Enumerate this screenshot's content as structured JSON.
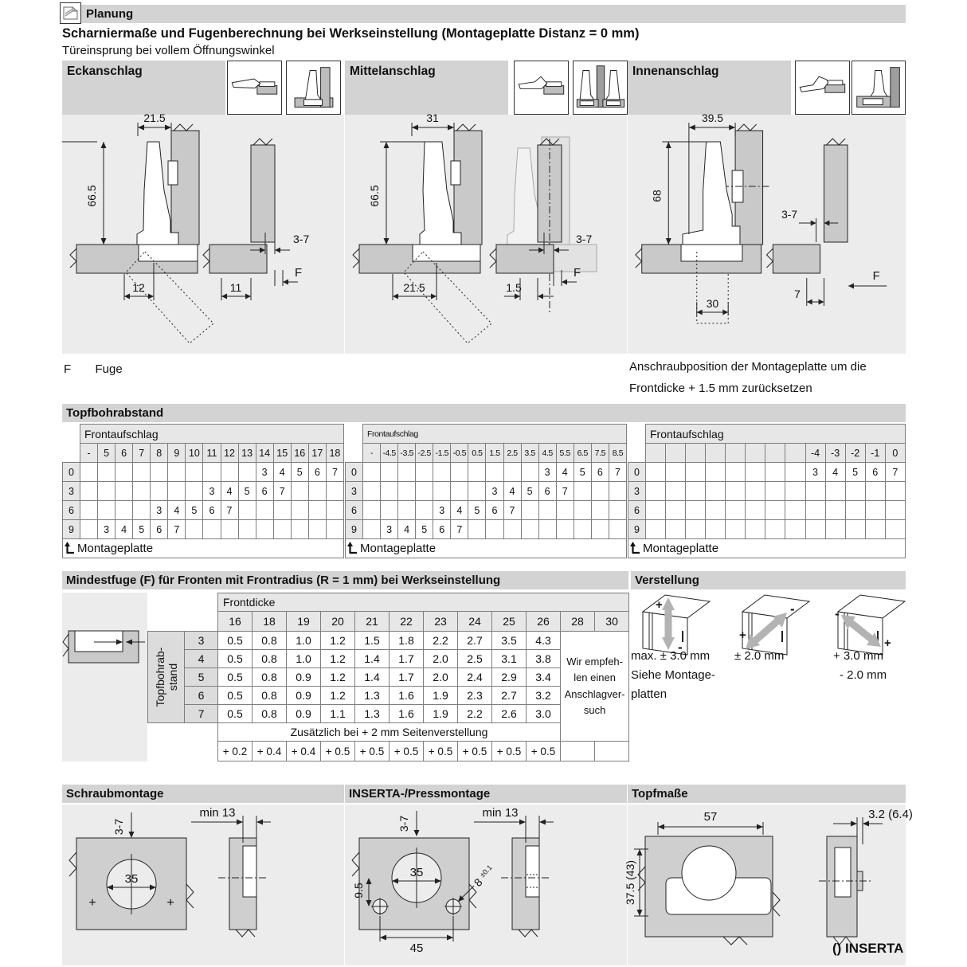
{
  "page": {
    "header_label": "Planung",
    "title": "Scharniermaße und Fugenberechnung bei Werkseinstellung (Montageplatte Distanz = 0 mm)",
    "subtitle": "Türeinsprung bei vollem Öffnungswinkel"
  },
  "anschlag_sections": [
    {
      "title": "Eckanschlag",
      "dims": {
        "top_width": "21.5",
        "height": "66.5",
        "door_gap": "3-7",
        "fuge": "F",
        "bottom_left": "12",
        "bottom_right": "11"
      }
    },
    {
      "title": "Mittelanschlag",
      "dims": {
        "top_width": "31",
        "height": "66.5",
        "door_gap": "3-7",
        "fuge": "F",
        "bottom_left": "21.5",
        "bottom_right": "1.5"
      }
    },
    {
      "title": "Innenanschlag",
      "dims": {
        "top_width": "39.5",
        "height": "68",
        "door_gap": "3-7",
        "fuge": "F",
        "bottom_left": "30",
        "bottom_right": "7"
      }
    }
  ],
  "notes": {
    "fuge_abbr": "F",
    "fuge_label": "Fuge",
    "anschraub_line1": "Anschraubposition der Montageplatte um die",
    "anschraub_line2": "Frontdicke + 1.5 mm zurücksetzen"
  },
  "topfbohrabstand": {
    "title": "Topfbohrabstand",
    "row_header": "Frontaufschlag",
    "footer": "Montageplatte",
    "tables": [
      {
        "columns": [
          "-",
          "5",
          "6",
          "7",
          "8",
          "9",
          "10",
          "11",
          "12",
          "13",
          "14",
          "15",
          "16",
          "17",
          "18"
        ],
        "rows": [
          {
            "label": "0",
            "cells": [
              "",
              "",
              "",
              "",
              "",
              "",
              "",
              "",
              "",
              "",
              "3",
              "4",
              "5",
              "6",
              "7"
            ]
          },
          {
            "label": "3",
            "cells": [
              "",
              "",
              "",
              "",
              "",
              "",
              "",
              "3",
              "4",
              "5",
              "6",
              "7",
              "",
              "",
              ""
            ]
          },
          {
            "label": "6",
            "cells": [
              "",
              "",
              "",
              "",
              "3",
              "4",
              "5",
              "6",
              "7",
              "",
              "",
              "",
              "",
              "",
              ""
            ]
          },
          {
            "label": "9",
            "cells": [
              "",
              "3",
              "4",
              "5",
              "6",
              "7",
              "",
              "",
              "",
              "",
              "",
              "",
              "",
              "",
              ""
            ]
          }
        ]
      },
      {
        "columns": [
          "-",
          "-4.5",
          "-3.5",
          "-2.5",
          "-1.5",
          "-0.5",
          "0.5",
          "1.5",
          "2.5",
          "3.5",
          "4.5",
          "5.5",
          "6.5",
          "7.5",
          "8.5"
        ],
        "rows": [
          {
            "label": "0",
            "cells": [
              "",
              "",
              "",
              "",
              "",
              "",
              "",
              "",
              "",
              "",
              "3",
              "4",
              "5",
              "6",
              "7"
            ]
          },
          {
            "label": "3",
            "cells": [
              "",
              "",
              "",
              "",
              "",
              "",
              "",
              "3",
              "4",
              "5",
              "6",
              "7",
              "",
              "",
              ""
            ]
          },
          {
            "label": "6",
            "cells": [
              "",
              "",
              "",
              "",
              "3",
              "4",
              "5",
              "6",
              "7",
              "",
              "",
              "",
              "",
              "",
              ""
            ]
          },
          {
            "label": "9",
            "cells": [
              "",
              "3",
              "4",
              "5",
              "6",
              "7",
              "",
              "",
              "",
              "",
              "",
              "",
              "",
              "",
              ""
            ]
          }
        ]
      },
      {
        "columns": [
          "",
          "",
          "",
          "",
          "",
          "",
          "",
          "",
          "-4",
          "-3",
          "-2",
          "-1",
          "0"
        ],
        "rows": [
          {
            "label": "0",
            "cells": [
              "",
              "",
              "",
              "",
              "",
              "",
              "",
              "",
              "3",
              "4",
              "5",
              "6",
              "7"
            ]
          },
          {
            "label": "3",
            "cells": [
              "",
              "",
              "",
              "",
              "",
              "",
              "",
              "",
              "",
              "",
              "",
              "",
              ""
            ]
          },
          {
            "label": "6",
            "cells": [
              "",
              "",
              "",
              "",
              "",
              "",
              "",
              "",
              "",
              "",
              "",
              "",
              ""
            ]
          },
          {
            "label": "9",
            "cells": [
              "",
              "",
              "",
              "",
              "",
              "",
              "",
              "",
              "",
              "",
              "",
              "",
              ""
            ]
          }
        ]
      }
    ]
  },
  "mindestfuge": {
    "title": "Mindestfuge (F) für Fronten mit Frontradius (R = 1 mm) bei Werkseinstellung",
    "col_header": "Frontdicke",
    "side_label_line1": "Topfbohrab-",
    "side_label_line2": "stand",
    "columns": [
      "16",
      "18",
      "19",
      "20",
      "21",
      "22",
      "23",
      "24",
      "25",
      "26",
      "28",
      "30"
    ],
    "rows": [
      {
        "label": "3",
        "cells": [
          "0.5",
          "0.8",
          "1.0",
          "1.2",
          "1.5",
          "1.8",
          "2.2",
          "2.7",
          "3.5",
          "4.3"
        ]
      },
      {
        "label": "4",
        "cells": [
          "0.5",
          "0.8",
          "1.0",
          "1.2",
          "1.4",
          "1.7",
          "2.0",
          "2.5",
          "3.1",
          "3.8"
        ]
      },
      {
        "label": "5",
        "cells": [
          "0.5",
          "0.8",
          "0.9",
          "1.2",
          "1.4",
          "1.7",
          "2.0",
          "2.4",
          "2.9",
          "3.4"
        ]
      },
      {
        "label": "6",
        "cells": [
          "0.5",
          "0.8",
          "0.9",
          "1.2",
          "1.3",
          "1.6",
          "1.9",
          "2.3",
          "2.7",
          "3.2"
        ]
      },
      {
        "label": "7",
        "cells": [
          "0.5",
          "0.8",
          "0.9",
          "1.1",
          "1.3",
          "1.6",
          "1.9",
          "2.2",
          "2.6",
          "3.0"
        ]
      }
    ],
    "note_lines": [
      "Wir empfeh-",
      "len einen",
      "Anschlagver-",
      "such"
    ],
    "extra_header": "Zusätzlich bei + 2 mm Seitenverstellung",
    "extra_cells": [
      "+ 0.2",
      "+ 0.4",
      "+ 0.4",
      "+ 0.5",
      "+ 0.5",
      "+ 0.5",
      "+ 0.5",
      "+ 0.5",
      "+ 0.5",
      "+ 0.5"
    ]
  },
  "verstellung": {
    "title": "Verstellung",
    "items": [
      {
        "plus": "+",
        "minus": "-",
        "captions": [
          "max. ± 3.0 mm",
          "Siehe Montage-",
          "platten"
        ]
      },
      {
        "plus": "+",
        "minus": "-",
        "captions": [
          "± 2.0 mm"
        ]
      },
      {
        "plus": "+",
        "minus": "-",
        "captions": [
          "+ 3.0 mm",
          "- 2.0 mm"
        ]
      }
    ]
  },
  "montage": {
    "schraub": {
      "title": "Schraubmontage",
      "dim_vertical": "3-7",
      "dim_min": "min 13",
      "dim_cup": "35"
    },
    "inserta": {
      "title": "INSERTA-/Pressmontage",
      "dim_vertical": "3-7",
      "dim_min": "min 13",
      "dim_cup": "35",
      "dim_offset": "9.5",
      "dim_hole": "8",
      "dim_hole_tol": "±0.1",
      "dim_spacing": "45"
    },
    "topf": {
      "title": "Topfmaße",
      "dim_width": "57",
      "dim_depth": "3.2 (6.4)",
      "dim_height": "37.5 (43)",
      "inserta_note": "() INSERTA"
    }
  }
}
